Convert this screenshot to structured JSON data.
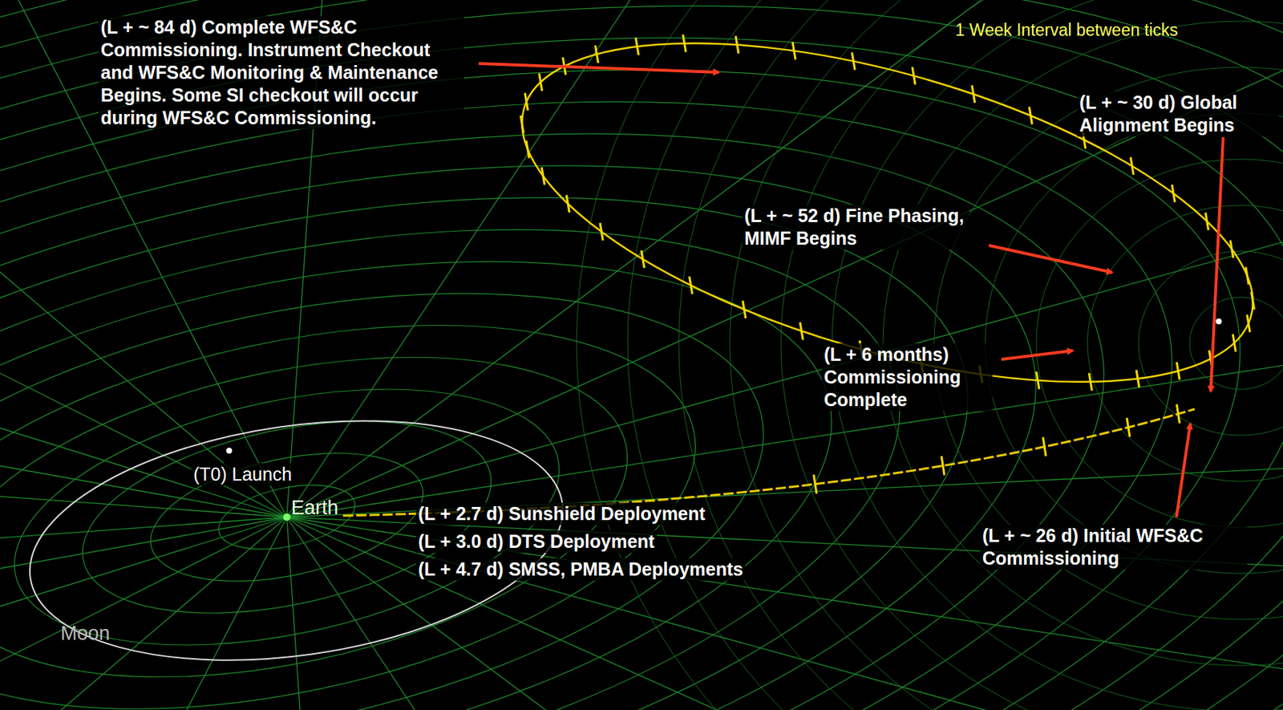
{
  "diagram": {
    "labels": [
      "(L + ~ 84 d) Complete WFS&C Commissioning. Instrument Checkout and WFS&C Monitoring & Maintenance Begins. Some SI checkout will occur during WFS&C Commissioning.",
      "1 Week Interval between ticks",
      "(L + ~ 30 d) Global Alignment Begins",
      "(L + ~ 52 d) Fine Phasing, MIMF Begins",
      "(L + 6 months) Commissioning Complete",
      "(T0) Launch",
      "Earth",
      "(L + 2.7 d) Sunshield Deployment",
      "(L + 3.0 d) DTS Deployment",
      "(L + 4.7 d) SMSS, PMBA Deployments",
      "(L + ~ 26 d) Initial WFS&C Commissioning",
      "Moon"
    ]
  }
}
